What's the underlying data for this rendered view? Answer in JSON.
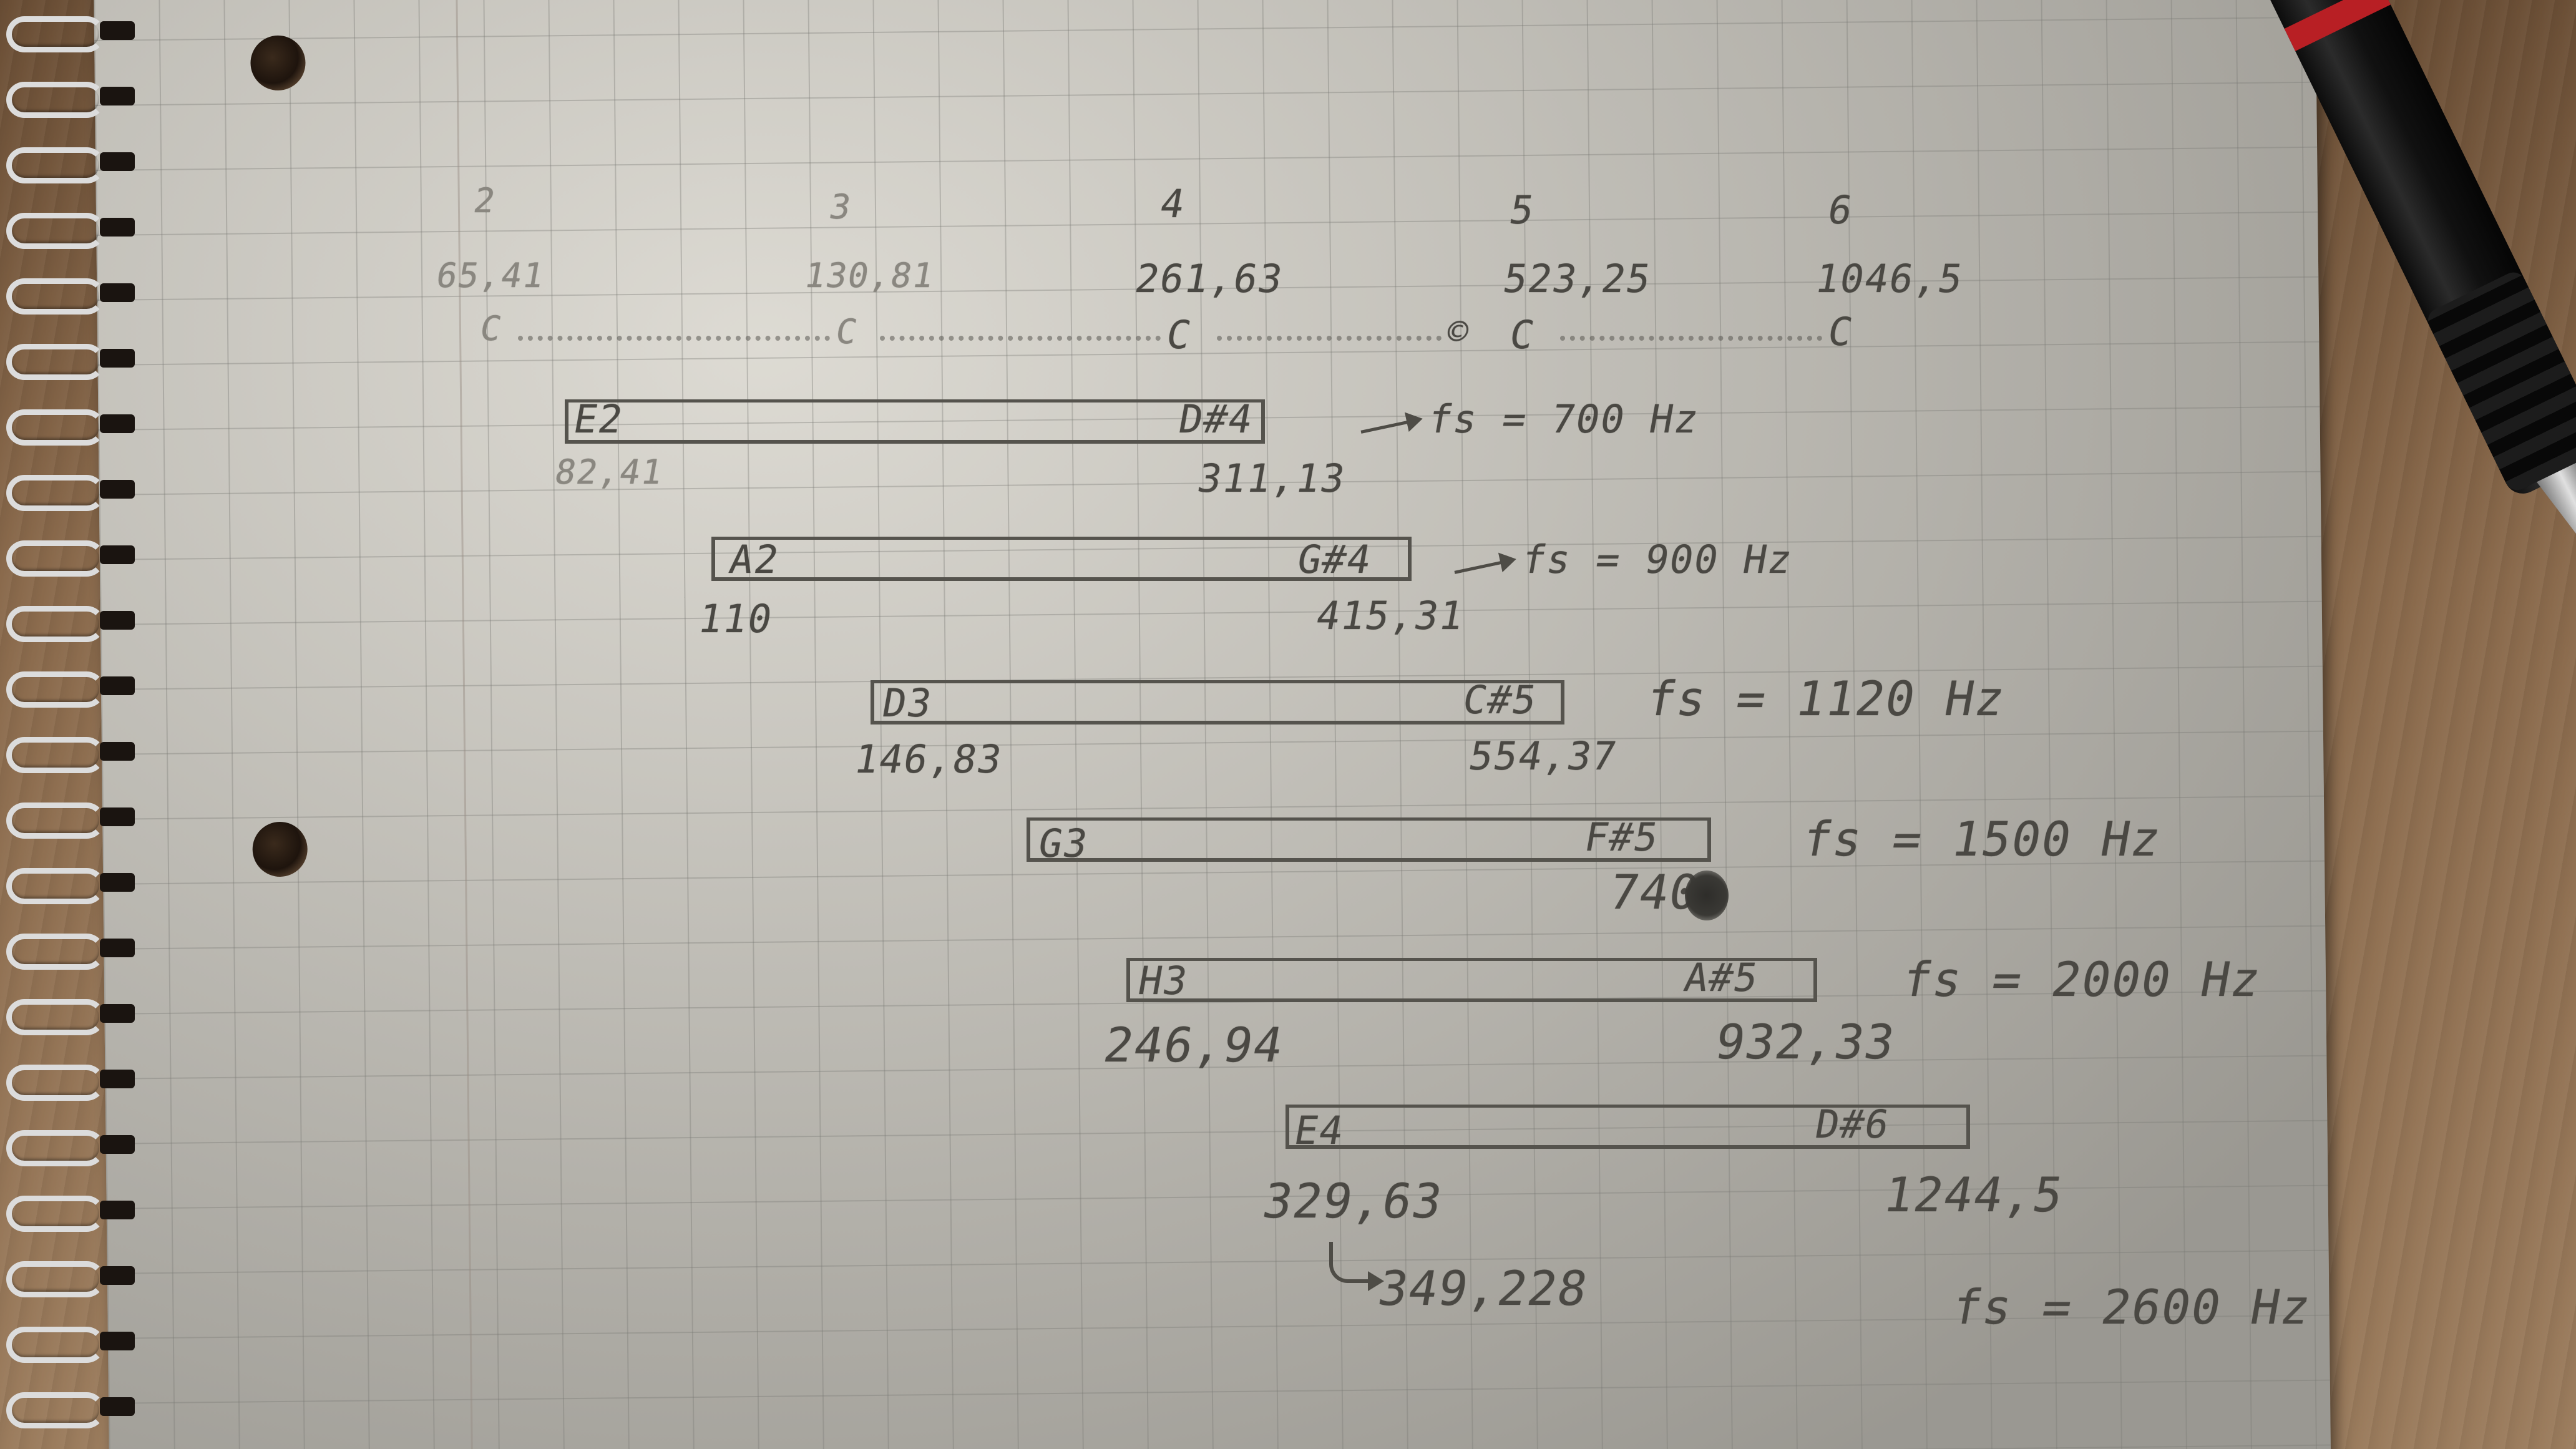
{
  "octave_row": {
    "numbers": [
      "2",
      "3",
      "4",
      "5",
      "6"
    ],
    "frequencies": [
      "65,41",
      "130,81",
      "261,63",
      "523,25",
      "1046,5"
    ],
    "notes": [
      "C",
      "C",
      "C",
      "C",
      "C"
    ]
  },
  "ranges": [
    {
      "low_note": "E2",
      "high_note": "D#4",
      "low_freq": "82,41",
      "high_freq": "311,13",
      "fs": "fs = 700 Hz"
    },
    {
      "low_note": "A2",
      "high_note": "G#4",
      "low_freq": "110",
      "high_freq": "415,31",
      "fs": "fs = 900 Hz"
    },
    {
      "low_note": "D3",
      "high_note": "C#5",
      "low_freq": "146,83",
      "high_freq": "554,37",
      "fs": "fs = 1120 Hz"
    },
    {
      "low_note": "G3",
      "high_note": "F#5",
      "low_freq": "",
      "high_freq": "740",
      "fs": "fs = 1500 Hz"
    },
    {
      "low_note": "H3",
      "high_note": "A#5",
      "low_freq": "246,94",
      "high_freq": "932,33",
      "fs": "fs = 2000 Hz"
    },
    {
      "low_note": "E4",
      "high_note": "D#6",
      "low_freq": "329,63",
      "high_freq": "1244,5",
      "fs": "fs = 2600 Hz"
    }
  ],
  "extra_note": "349,228",
  "colors": {
    "paper": "#d6d3ca",
    "ink": "#4a4843",
    "pencil_band": "#b81f24",
    "desk": "#8a6a4c"
  }
}
